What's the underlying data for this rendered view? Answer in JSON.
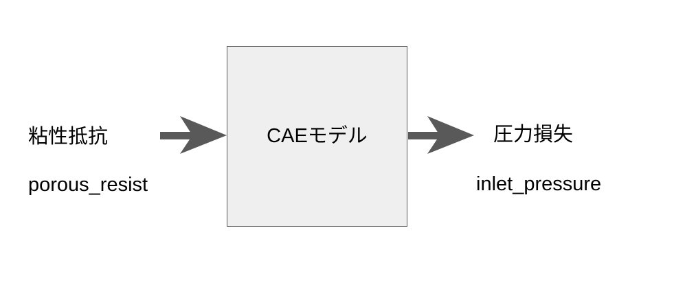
{
  "input": {
    "label_ja": "粘性抵抗",
    "label_en": "porous_resist"
  },
  "model": {
    "label": "CAEモデル"
  },
  "output": {
    "label_ja": "圧力損失",
    "label_en": "inlet_pressure"
  },
  "colors": {
    "arrow": "#595959",
    "box_fill": "#efefef",
    "box_border": "#595959",
    "text": "#000000"
  }
}
